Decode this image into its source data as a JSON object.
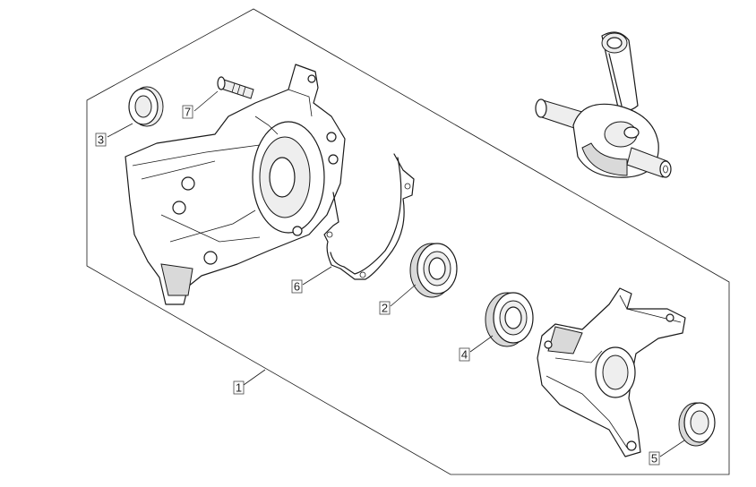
{
  "callouts": {
    "c1": "1",
    "c2": "2",
    "c3": "3",
    "c4": "4",
    "c5": "5",
    "c6": "6",
    "c7": "7"
  },
  "parts": [
    "crankcase-half-left",
    "bearing",
    "oil-seal",
    "bearing",
    "oil-seal",
    "gasket",
    "bolt",
    "crankshaft",
    "crankcase-half-right"
  ],
  "colors": {
    "line": "#1a1a1a",
    "shade": "#d9d9d9",
    "background": "#ffffff"
  }
}
